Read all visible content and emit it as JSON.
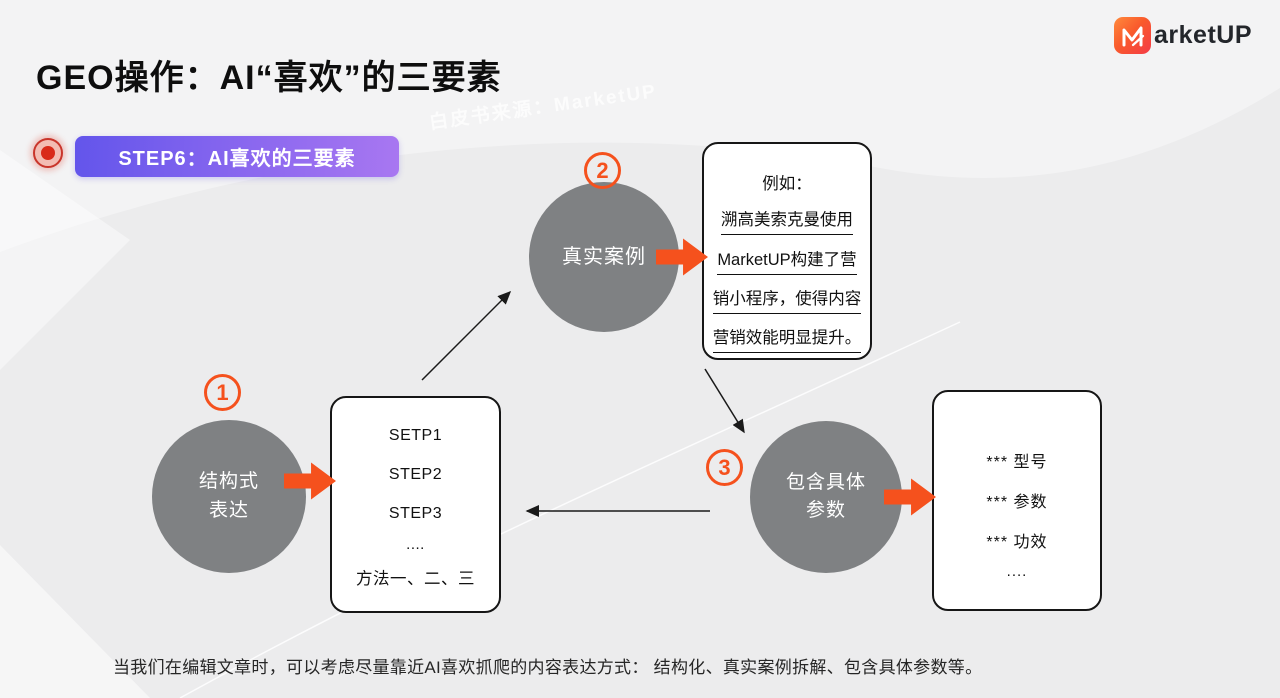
{
  "colors": {
    "accent_orange": "#F5511D",
    "circle_gray": "#7F8183",
    "badge_gradient_start": "#6355EB",
    "badge_gradient_end": "#A877F1"
  },
  "header": {
    "title": "GEO操作：AI“喜欢”的三要素",
    "logo": {
      "icon": "marketup-m-icon",
      "text": "arketUP"
    }
  },
  "watermark": "白皮书来源：MarketUP",
  "step_badge": "STEP6：AI喜欢的三要素",
  "diagram": {
    "node1": {
      "number": "1",
      "label_line1": "结构式",
      "label_line2": "表达"
    },
    "box1": {
      "lines": [
        "SETP1",
        "STEP2",
        "STEP3",
        "....",
        "方法一、二、三"
      ]
    },
    "node2": {
      "number": "2",
      "label": "真实案例"
    },
    "box2": {
      "title": "例如：",
      "lines": [
        "溯高美索克曼使用",
        "MarketUP构建了营",
        "销小程序，使得内容",
        "营销效能明显提升。"
      ]
    },
    "node3": {
      "number": "3",
      "label_line1": "包含具体",
      "label_line2": "参数"
    },
    "box3": {
      "lines": [
        "*** 型号",
        "*** 参数",
        "*** 功效",
        "...."
      ]
    }
  },
  "caption": "当我们在编辑文章时，可以考虑尽量靠近AI喜欢抓爬的内容表达方式： 结构化、真实案例拆解、包含具体参数等。"
}
